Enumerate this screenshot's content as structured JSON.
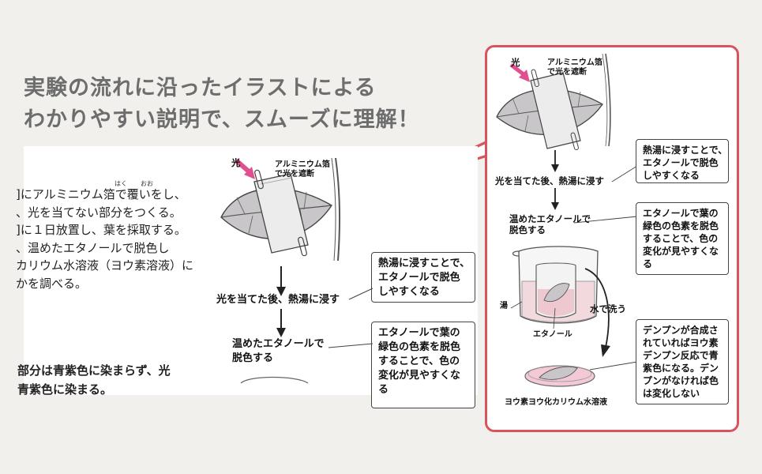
{
  "headline": {
    "line1": "実験の流れに沿ったイラストによる",
    "line2": "わかりやすい説明で、スムーズに理解！"
  },
  "textbook": {
    "lines": [
      "]にアルミニウム箔で覆いをし、",
      "、光を当てない部分をつくる。",
      "]に１日放置し、葉を採取する。",
      "、温めたエタノールで脱色し",
      "カリウム水溶液（ヨウ素溶液）に",
      "かを調べる。"
    ],
    "ruby_haku": "はく",
    "ruby_oo": "おお",
    "conclusion": [
      "部分は青紫色に染まらず、光",
      "青紫色に染まる。"
    ],
    "figure": {
      "light_label": "光",
      "foil_label": "アルミニウム箔\nで光を遮断",
      "step1": "光を当てた後、熱湯に浸す",
      "note1": "熱湯に浸すことで、\nエタノールで脱色\nしやすくなる",
      "step2": "温めたエタノールで\n脱色する",
      "note2": "エタノールで葉の\n緑色の色素を脱色\nすることで、色の\n変化が見やすくな\nる"
    }
  },
  "zoom_panel": {
    "light_label": "光",
    "foil_label": "アルミニウム箔\nで光を遮断",
    "step1": "光を当てた後、熱湯に浸す",
    "note1": "熱湯に浸すことで、\nエタノールで脱色\nしやすくなる",
    "step2": "温めたエタノールで\n脱色する",
    "note2": "エタノールで葉の\n緑色の色素を脱色\nすることで、色の\n変化が見やすくな\nる",
    "hot_water_label": "湯",
    "ethanol_label": "エタノール",
    "wash_label": "水で洗う",
    "note3": "デンプンが合成さ\nれていればヨウ素\nデンプン反応で青\n紫色になる。デン\nプンがなければ色\nは変化しない",
    "iodine_label": "ヨウ素ヨウ化カリウム水溶液"
  },
  "colors": {
    "accent_red": "#d9535d",
    "arrow_pink": "#e0508f",
    "headline_gray": "#6d6d6d",
    "background": "#f1f0ed"
  }
}
